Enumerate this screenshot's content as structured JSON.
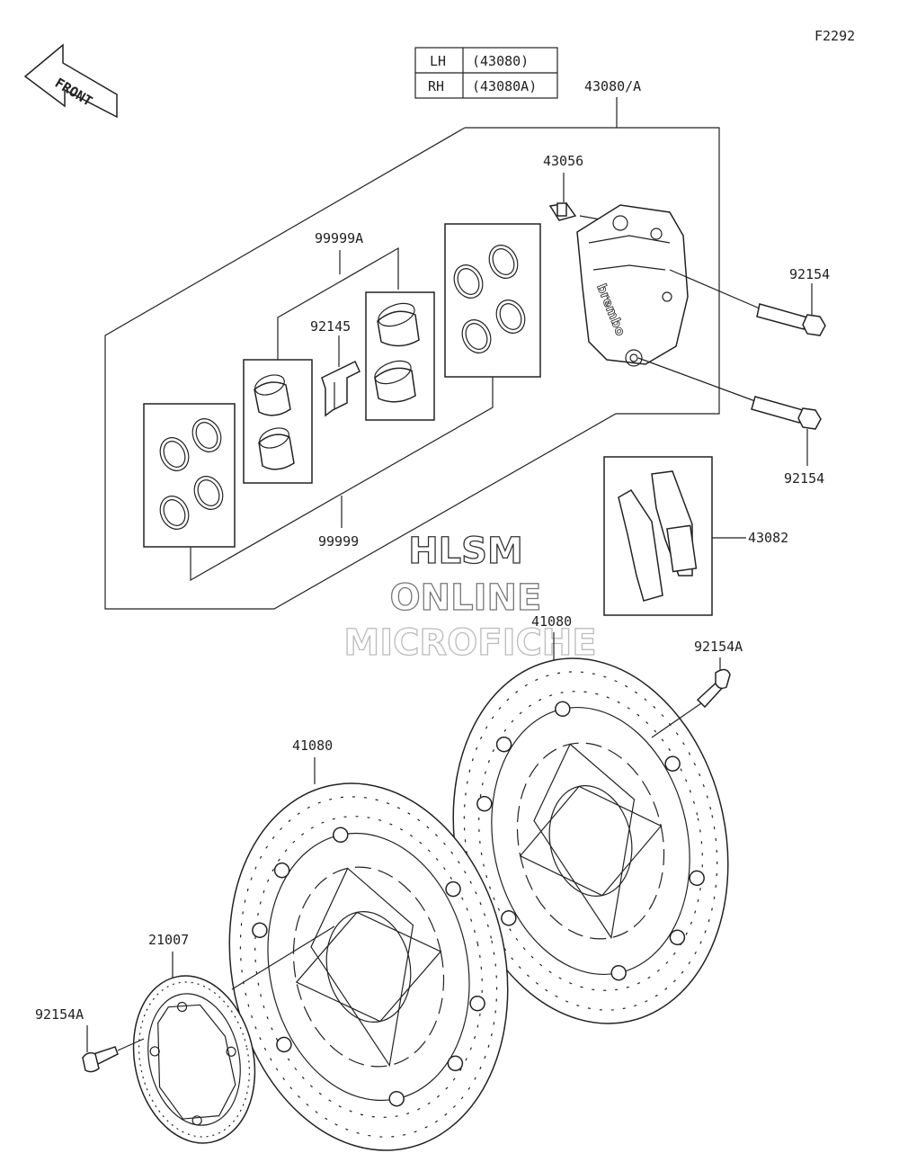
{
  "figure_code": "F2292",
  "front_arrow": "FRONT",
  "side_table": [
    {
      "side": "LH",
      "part": "(43080)"
    },
    {
      "side": "RH",
      "part": "(43080A)"
    }
  ],
  "callouts": {
    "caliper_assy": "43080/A",
    "bleeder": "43056",
    "bolt_upper": "92154",
    "bolt_lower": "92154",
    "seal_kit_a": "99999A",
    "clip": "92145",
    "seal_kit": "99999",
    "pads": "43082",
    "disc_right": "41080",
    "disc_left": "41080",
    "disc_bolt_right": "92154A",
    "rotor_ring": "21007",
    "disc_bolt_left": "92154A"
  },
  "caliper_brand": "brembo",
  "watermark": [
    "HLSM",
    "ONLINE",
    "MICROFICHE"
  ]
}
